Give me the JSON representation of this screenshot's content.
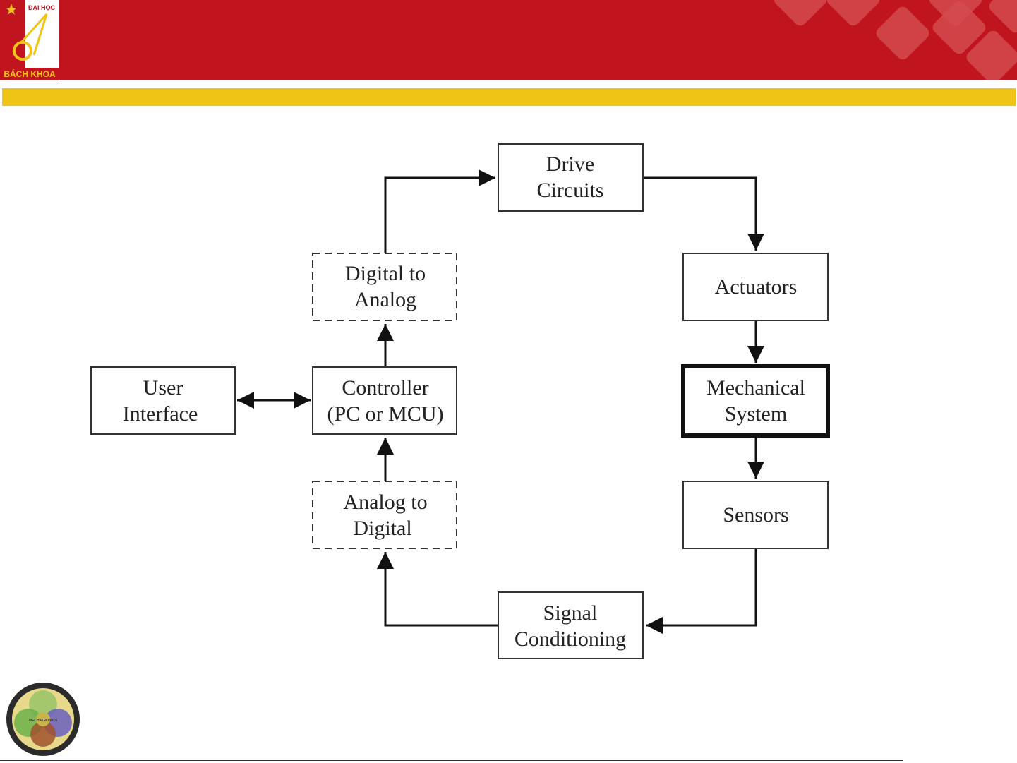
{
  "header": {
    "logo_top_text": "ĐẠI HỌC",
    "logo_bottom_text": "BÁCH KHOA",
    "colors": {
      "red": "#c0141f",
      "yellow": "#f0c414"
    }
  },
  "diagram": {
    "boxes": {
      "drive": [
        "Drive",
        "Circuits"
      ],
      "actuators": [
        "Actuators"
      ],
      "mechanical": [
        "Mechanical",
        "System"
      ],
      "sensors": [
        "Sensors"
      ],
      "signal": [
        "Signal",
        "Conditioning"
      ],
      "adc": [
        "Analog to",
        "Digital"
      ],
      "controller": [
        "Controller",
        "(PC or MCU)"
      ],
      "dac": [
        "Digital to",
        "Analog"
      ],
      "ui": [
        "User",
        "Interface"
      ]
    }
  },
  "footer": {
    "emblem_label": "MECHATRONICS"
  }
}
